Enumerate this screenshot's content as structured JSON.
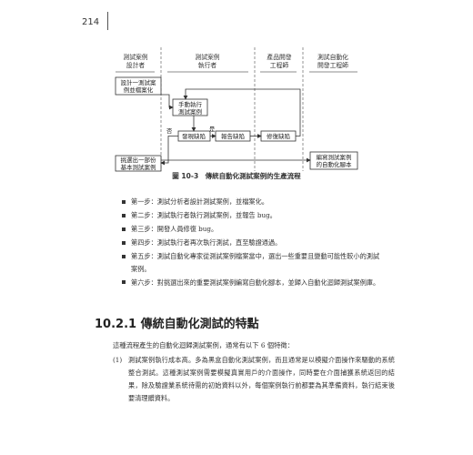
{
  "page": {
    "number": "214"
  },
  "figure": {
    "lanes": [
      {
        "line1": "測試案例",
        "line2": "設計者"
      },
      {
        "line1": "測試案例",
        "line2": "執行者"
      },
      {
        "line1": "產品開發",
        "line2": "工程師"
      },
      {
        "line1": "測試自動化",
        "line2": "開發工程師"
      }
    ],
    "boxes": {
      "design": {
        "line1": "設計一測試案",
        "line2": "例並檔案化"
      },
      "manual": {
        "line1": "手動執行",
        "line2": "測試案例"
      },
      "defect": "發現缺陷",
      "report": "報告缺陷",
      "fix": "修復缺陷",
      "select": {
        "line1": "挑選出一部份",
        "line2": "基本測試案例"
      },
      "script": {
        "line1": "編寫測試案例",
        "line2": "的自動化腳本"
      }
    },
    "labels": {
      "no": "否",
      "yes": "是"
    },
    "caption": "圖 10-3　傳統自動化測試案例的生產流程"
  },
  "steps": [
    "第一步：測試分析者設計測試案例，並檔案化。",
    "第二步：測試執行者執行測試案例，並報告 bug。",
    "第三步：開發人員修復 bug。",
    "第四步：測試執行者再次執行測試，直至驗證通過。",
    "第五步：測試自動化專家從測試案例檔案當中，選出一些重要且變動可能性較小的測試案例。",
    "第六步：對挑選出來的重要測試案例編寫自動化腳本，並歸入自動化迴歸測試案例庫。"
  ],
  "section": {
    "title": "10.2.1  傳統自動化測試的特點"
  },
  "intro": "這種流程產生的自動化迴歸測試案例，通常有以下 6 個特徵：",
  "paragraph": {
    "number": "(1)",
    "text": "測試案例執行成本高。多為黑盒自動化測試案例，而且通常是以模擬介面操作來驅動的系統整合測試。這種測試案例需要模擬真實用戶的介面操作，同時要在介面捕獲系統返回的結果，除及驗證業系統待需的初始資料以外，每個案例執行前都要為其準備資料，執行結束後要清理髒資料。"
  }
}
